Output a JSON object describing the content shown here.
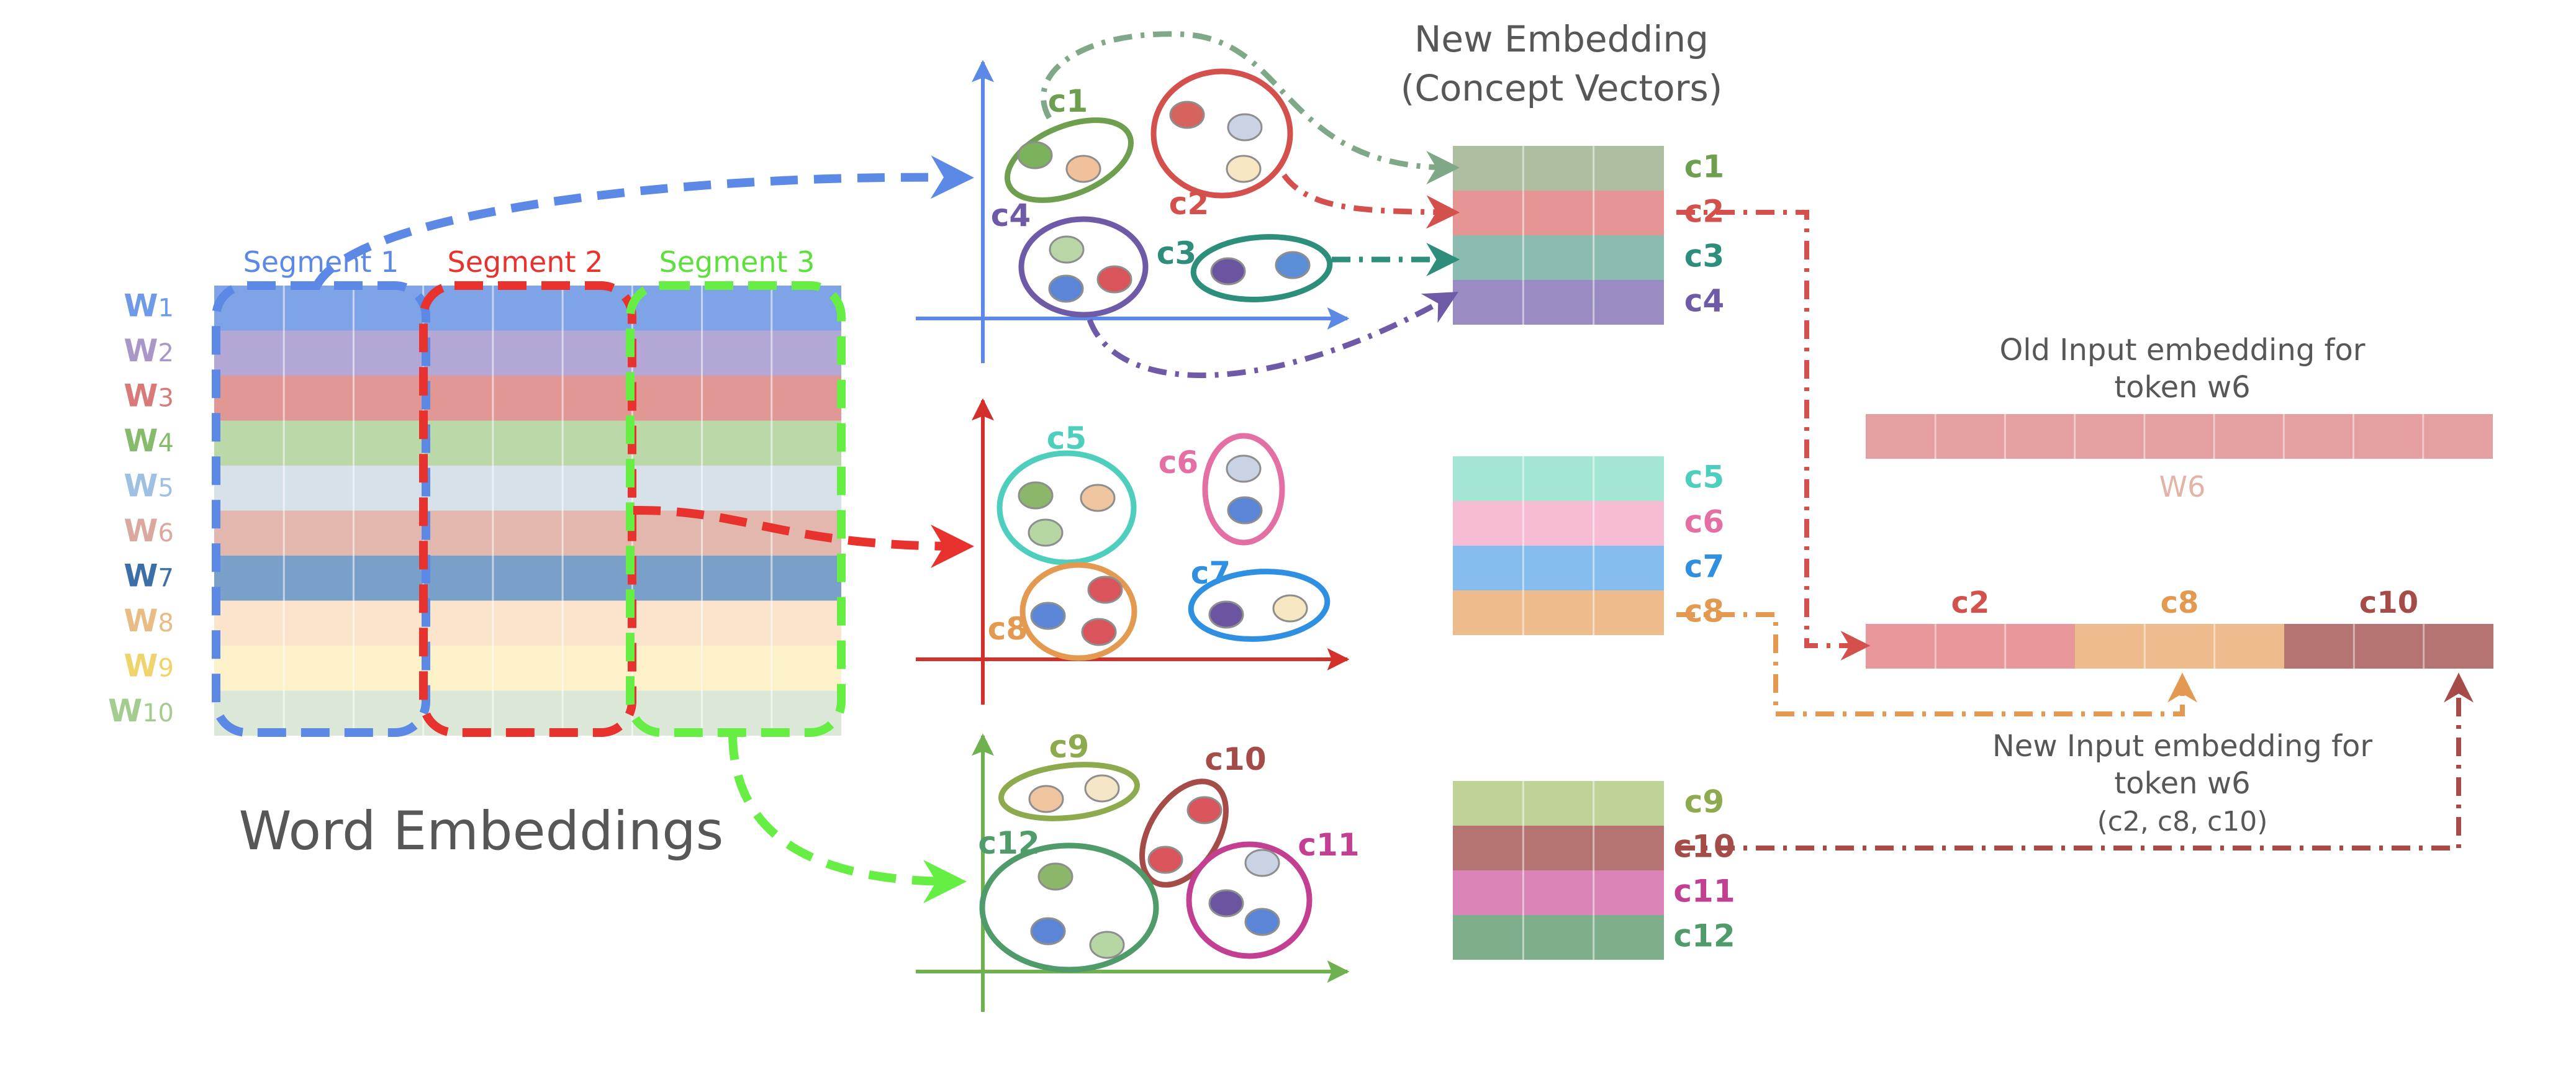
{
  "colors": {
    "blue": "#5c89e6",
    "red": "#e7322e",
    "green": "#66ee44",
    "text_gray": "#575757",
    "c1": "#6e9f4f",
    "c2": "#d4504c",
    "c3": "#2d8f7b",
    "c4": "#6f5aa8",
    "c5": "#4ecfbd",
    "c6": "#e46fa3",
    "c7": "#2f8fe0",
    "c8": "#e39a50",
    "c9": "#8dab4e",
    "c10": "#a54b48",
    "c11": "#c23f92",
    "c12": "#4f9b69"
  },
  "word_embeddings": {
    "title": "Word Embeddings",
    "segments": [
      "Segment 1",
      "Segment 2",
      "Segment 3"
    ],
    "rows": [
      {
        "prefix": "W",
        "num": "1",
        "color": "#6f9ae8",
        "fill": "#7ea3e6"
      },
      {
        "prefix": "W",
        "num": "2",
        "color": "#a897c8",
        "fill": "#b2a7d5"
      },
      {
        "prefix": "W",
        "num": "3",
        "color": "#d97a79",
        "fill": "#e19794"
      },
      {
        "prefix": "W",
        "num": "4",
        "color": "#86bb6b",
        "fill": "#bad8a8"
      },
      {
        "prefix": "W",
        "num": "5",
        "color": "#9ec0e2",
        "fill": "#d7e1e9"
      },
      {
        "prefix": "W",
        "num": "6",
        "color": "#dba8a0",
        "fill": "#e2b8ae"
      },
      {
        "prefix": "W",
        "num": "7",
        "color": "#3c6fa8",
        "fill": "#78a0c8"
      },
      {
        "prefix": "W",
        "num": "8",
        "color": "#e8bd85",
        "fill": "#fbe4cc"
      },
      {
        "prefix": "W",
        "num": "9",
        "color": "#f1d36c",
        "fill": "#fdf1c9"
      },
      {
        "prefix": "W",
        "num": "10",
        "color": "#a3cc8e",
        "fill": "#dbe8d8"
      }
    ]
  },
  "concept_clusters": [
    {
      "label": "c1",
      "dots": [
        "#7cb25b",
        "#f0c19a"
      ]
    },
    {
      "label": "c2",
      "dots": [
        "#d6635c",
        "#c9d3e4",
        "#f7e6c2"
      ]
    },
    {
      "label": "c3",
      "dots": [
        "#6b55a0",
        "#5b8ed6"
      ]
    },
    {
      "label": "c4",
      "dots": [
        "#b8d6a6",
        "#5b86d8",
        "#d9545b"
      ]
    },
    {
      "label": "c5",
      "dots": [
        "#8cb66a",
        "#efc59f",
        "#b6d7a3"
      ]
    },
    {
      "label": "c6",
      "dots": [
        "#c9d3e4",
        "#5b86d8"
      ]
    },
    {
      "label": "c7",
      "dots": [
        "#6b55a0",
        "#f7e6c2"
      ]
    },
    {
      "label": "c8",
      "dots": [
        "#5b86d8",
        "#d9545b",
        "#d9545b"
      ]
    },
    {
      "label": "c9",
      "dots": [
        "#efc59f",
        "#f3e5c6"
      ]
    },
    {
      "label": "c10",
      "dots": [
        "#d9545b",
        "#d9545b"
      ]
    },
    {
      "label": "c11",
      "dots": [
        "#c9d3e4",
        "#6b55a0",
        "#5b86d8"
      ]
    },
    {
      "label": "c12",
      "dots": [
        "#8cb66a",
        "#5b86d8",
        "#b6d7a3"
      ]
    }
  ],
  "new_embedding": {
    "title_line1": "New Embedding",
    "title_line2": "(Concept Vectors)",
    "groups": [
      [
        {
          "label": "c1",
          "fill": "#aebfa1"
        },
        {
          "label": "c2",
          "fill": "#e59694"
        },
        {
          "label": "c3",
          "fill": "#8bbcb2"
        },
        {
          "label": "c4",
          "fill": "#9a8bc2"
        }
      ],
      [
        {
          "label": "c5",
          "fill": "#a3e6d6"
        },
        {
          "label": "c6",
          "fill": "#f6bcd4"
        },
        {
          "label": "c7",
          "fill": "#86bdef"
        },
        {
          "label": "c8",
          "fill": "#eebc8c"
        }
      ],
      [
        {
          "label": "c9",
          "fill": "#bfd297"
        },
        {
          "label": "c10",
          "fill": "#b57471"
        },
        {
          "label": "c11",
          "fill": "#da84b7"
        },
        {
          "label": "c12",
          "fill": "#7fae8c"
        }
      ]
    ]
  },
  "old_input": {
    "title_line1": "Old Input embedding for",
    "title_line2": "token w6",
    "bar_label": "W6",
    "fill": "#e59fa0"
  },
  "new_input": {
    "title_line1": "New Input embedding for",
    "title_line2": "token w6",
    "title_line3": "(c2, c8, c10)",
    "parts": [
      {
        "label": "c2",
        "fill": "#e8989a"
      },
      {
        "label": "c8",
        "fill": "#eebc8c"
      },
      {
        "label": "c10",
        "fill": "#b57471"
      }
    ]
  }
}
